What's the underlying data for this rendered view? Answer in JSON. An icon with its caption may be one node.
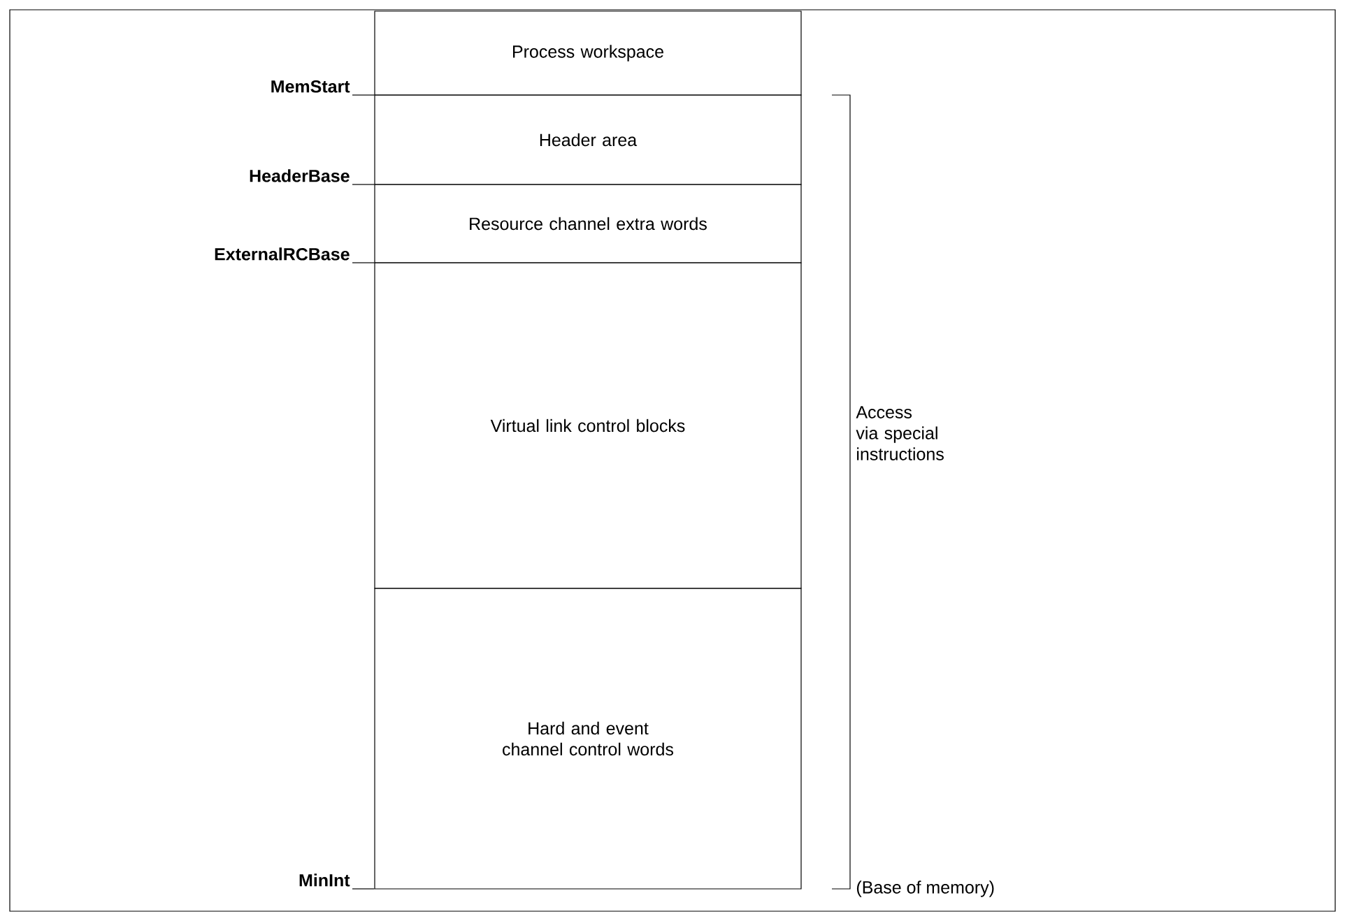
{
  "diagram": {
    "nodes": [
      {
        "text": [
          "Process workspace"
        ]
      },
      {
        "text": [
          "Header area"
        ]
      },
      {
        "text": [
          "Resource channel extra words"
        ]
      },
      {
        "text": [
          "Virtual link control blocks"
        ]
      },
      {
        "text": [
          "Hard and event channel control words"
        ]
      },
      {
        "text": [
          "MemStart"
        ]
      },
      {
        "text": [
          "HeaderBase"
        ]
      },
      {
        "text": [
          "ExternalRCBase"
        ]
      },
      {
        "text": [
          "MinInt"
        ]
      }
    ],
    "edges": [
      {
        "from": 5,
        "to": 0,
        "arrow": "none"
      },
      {
        "from": 6,
        "to": 1,
        "arrow": "none"
      },
      {
        "from": 7,
        "to": 2,
        "arrow": "none"
      },
      {
        "from": 8,
        "to": 4,
        "arrow": "none"
      }
    ],
    "labels": [
      "Access via special instructions",
      "(Base of memory)"
    ]
  }
}
